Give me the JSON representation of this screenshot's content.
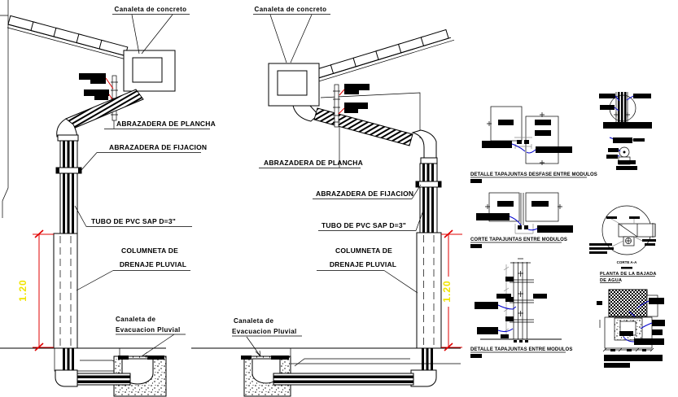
{
  "colors": {
    "line": "#000000",
    "leader_red": "#e10000",
    "leader_blue": "#0000cd",
    "dimension_text_yellow": "#f0e400",
    "background": "#ffffff"
  },
  "left_view": {
    "canaleta_concreto": "Canaleta de concreto",
    "abrazadera_plancha": "ABRAZADERA DE PLANCHA",
    "abrazadera_fijacion": "ABRAZADERA DE FIJACION",
    "tubo_pvc": "TUBO DE PVC SAP D=3\"",
    "columneta_line1": "COLUMNETA DE",
    "columneta_line2": "DRENAJE PLUVIAL",
    "canaleta_evacuacion_line1": "Canaleta de",
    "canaleta_evacuacion_line2": "Evacuacion Pluvial",
    "dimension": "1.20"
  },
  "middle_view": {
    "canaleta_concreto": "Canaleta de concreto",
    "abrazadera_plancha": "ABRAZADERA DE PLANCHA",
    "abrazadera_fijacion": "ABRAZADERA DE FIJACION",
    "tubo_pvc": "TUBO DE PVC SAP D=3\"",
    "columneta_line1": "COLUMNETA DE",
    "columneta_line2": "DRENAJE PLUVIAL",
    "canaleta_evacuacion_line1": "Canaleta de",
    "canaleta_evacuacion_line2": "Evacuacion Pluvial",
    "dimension": "1.20"
  },
  "right_details": {
    "detalle_desfase_title": "DETALLE TAPAJUNTAS DESFASE ENTRE MODULOS",
    "corte_tapajuntas_title": "CORTE TAPAJUNTAS ENTRE MODULOS",
    "detalle_entre_title": "DETALLE TAPAJUNTAS ENTRE MODULOS"
  },
  "far_right_details": {
    "corte_aa": "CORTE A-A",
    "planta_line1": "PLANTA DE LA BAJADA",
    "planta_line2": "DE AGUA"
  }
}
